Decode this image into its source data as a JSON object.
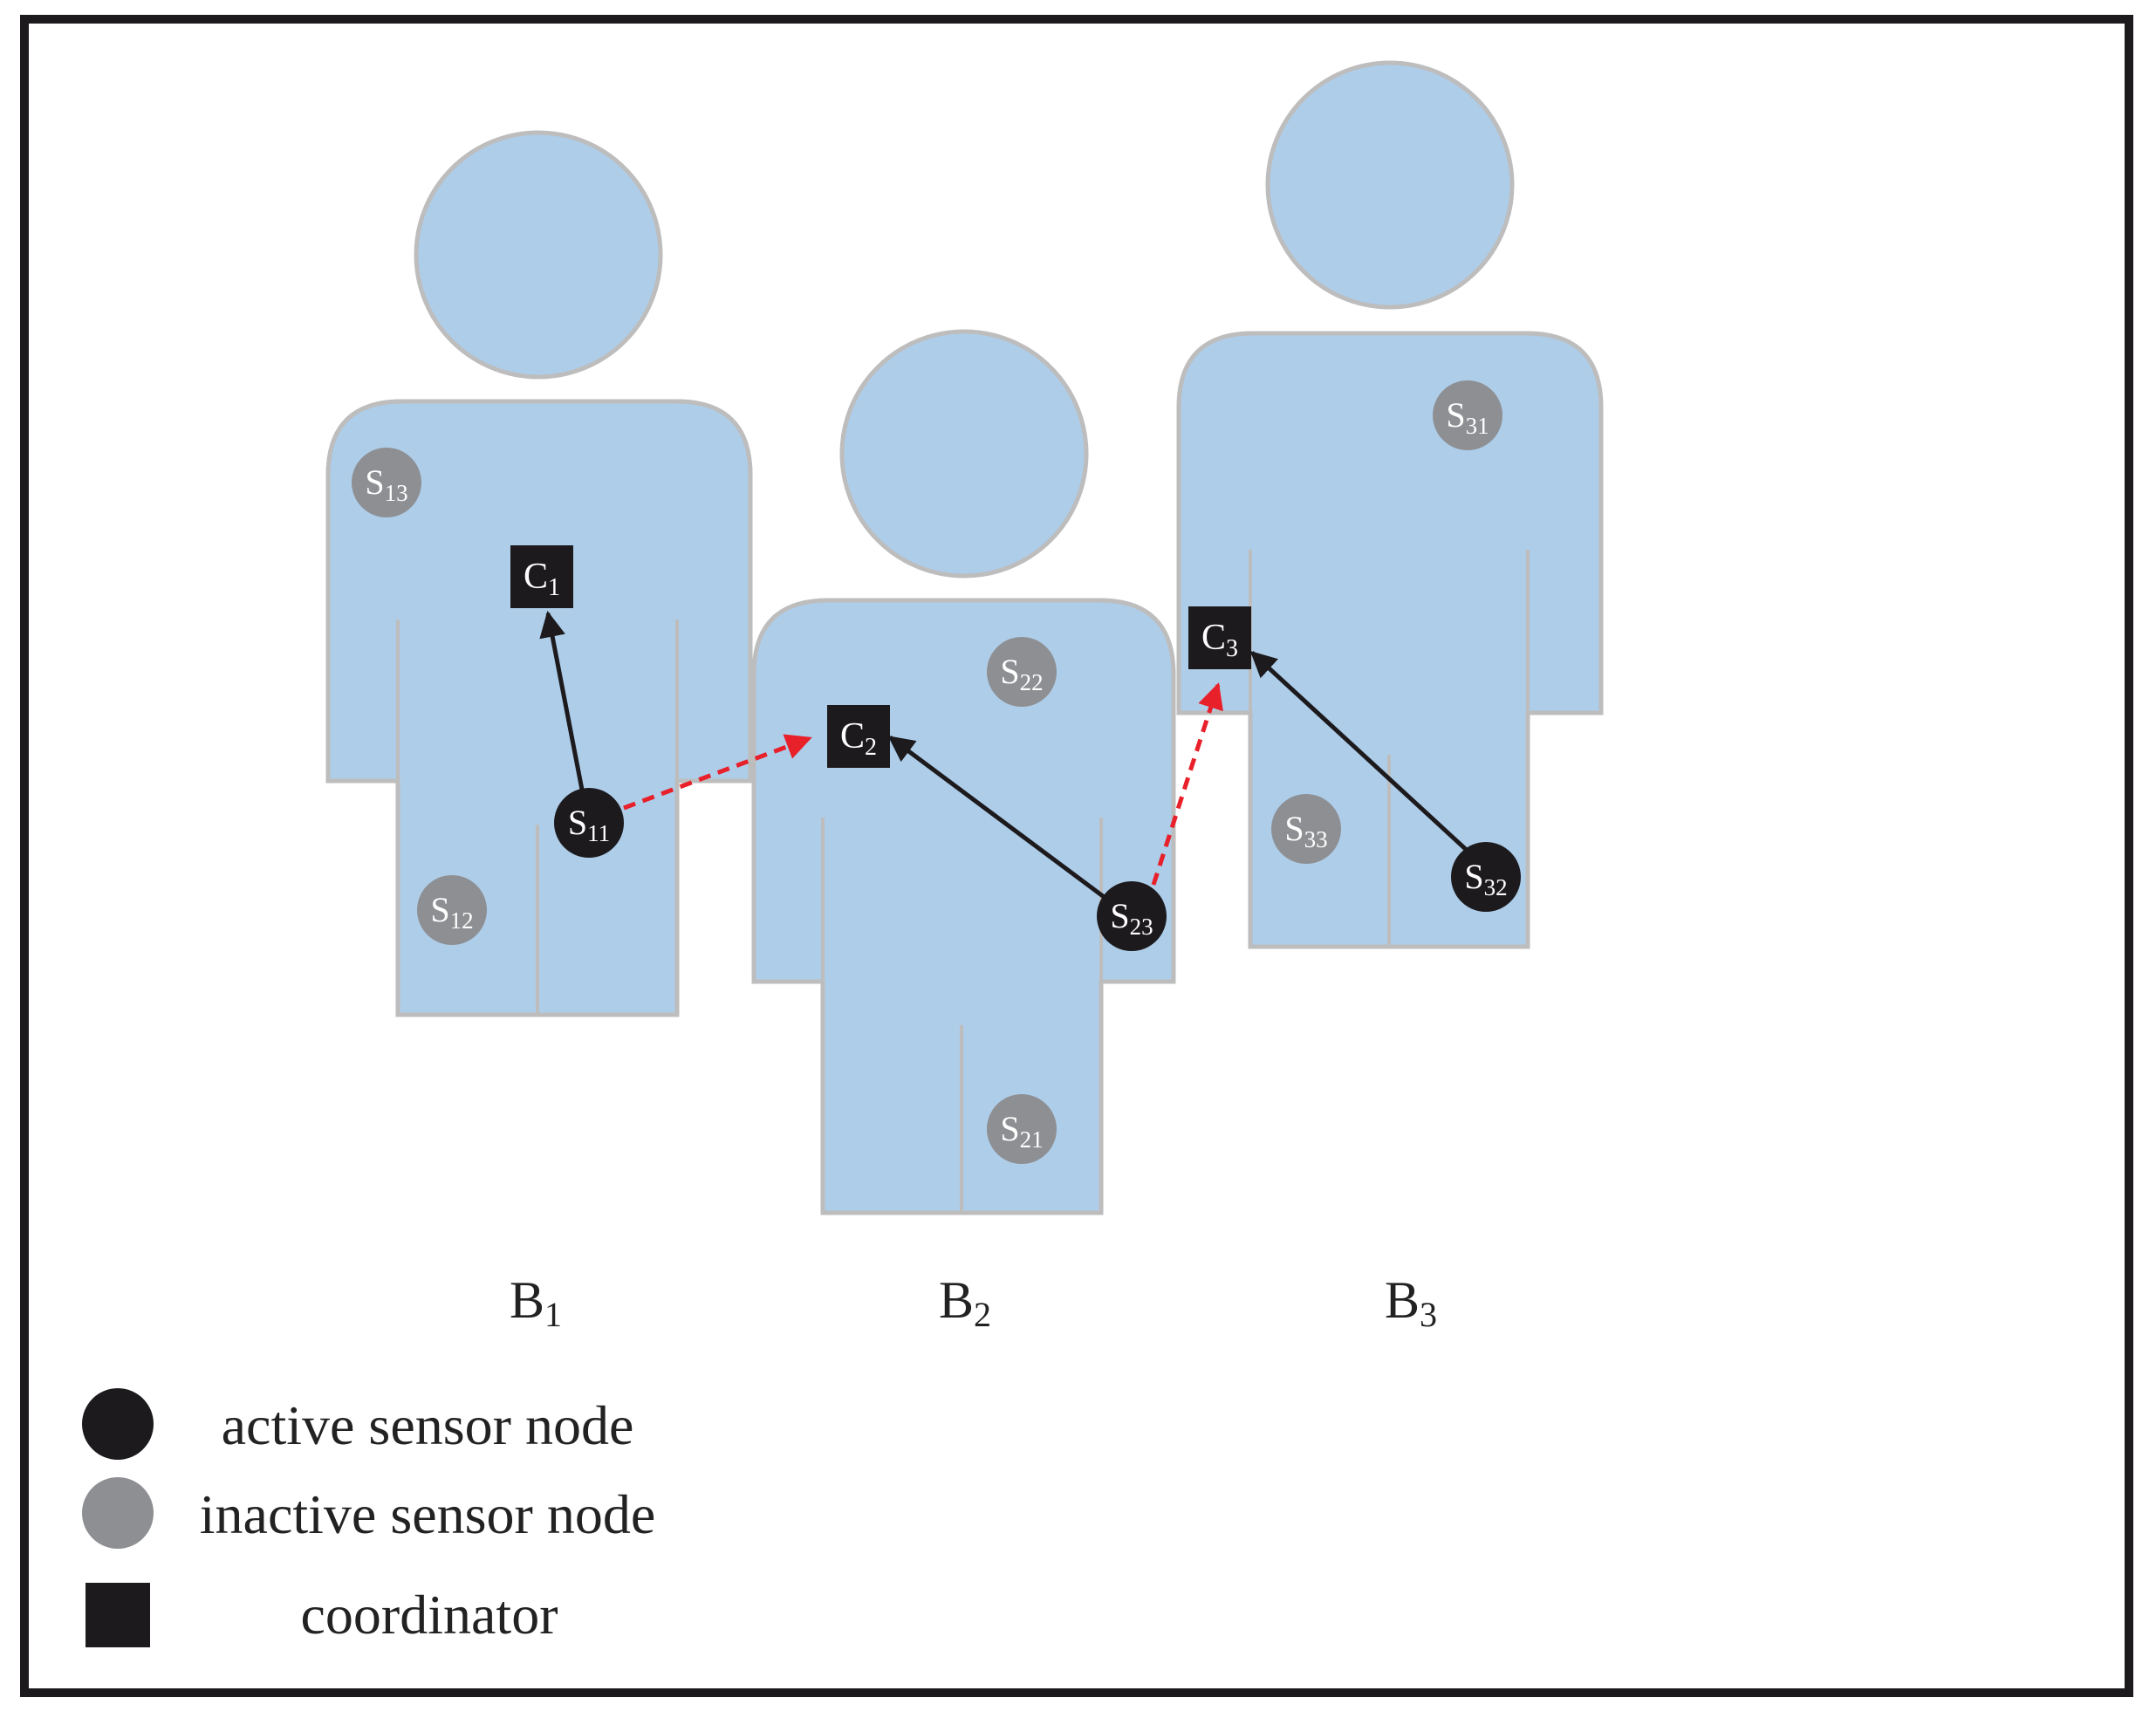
{
  "colors": {
    "body": "#aecde9",
    "outline": "#bdbdbd",
    "active": "#1c1a1d",
    "inactive": "#8e8f92",
    "coordinator": "#1c1a1d",
    "cross_link": "#e8202a",
    "intra_link": "#1c1a1d",
    "frame": "#1c1a1d"
  },
  "bodies": [
    {
      "base": "B",
      "sub": "1"
    },
    {
      "base": "B",
      "sub": "2"
    },
    {
      "base": "B",
      "sub": "3"
    }
  ],
  "coordinators": [
    {
      "base": "C",
      "sub": "1"
    },
    {
      "base": "C",
      "sub": "2"
    },
    {
      "base": "C",
      "sub": "3"
    }
  ],
  "sensors": [
    {
      "base": "S",
      "sub": "11",
      "state": "active"
    },
    {
      "base": "S",
      "sub": "12",
      "state": "inactive"
    },
    {
      "base": "S",
      "sub": "13",
      "state": "inactive"
    },
    {
      "base": "S",
      "sub": "21",
      "state": "inactive"
    },
    {
      "base": "S",
      "sub": "22",
      "state": "inactive"
    },
    {
      "base": "S",
      "sub": "23",
      "state": "active"
    },
    {
      "base": "S",
      "sub": "31",
      "state": "inactive"
    },
    {
      "base": "S",
      "sub": "32",
      "state": "active"
    },
    {
      "base": "S",
      "sub": "33",
      "state": "inactive"
    }
  ],
  "links": [
    {
      "from": "S11",
      "to": "C1",
      "style": "solid-black"
    },
    {
      "from": "S11",
      "to": "C2",
      "style": "dashed-red"
    },
    {
      "from": "S23",
      "to": "C2",
      "style": "solid-black"
    },
    {
      "from": "S23",
      "to": "C3",
      "style": "dashed-red"
    },
    {
      "from": "S32",
      "to": "C3",
      "style": "solid-black"
    }
  ],
  "legend": {
    "active": "active sensor node",
    "inactive": "inactive sensor node",
    "coordinator": "coordinator"
  }
}
